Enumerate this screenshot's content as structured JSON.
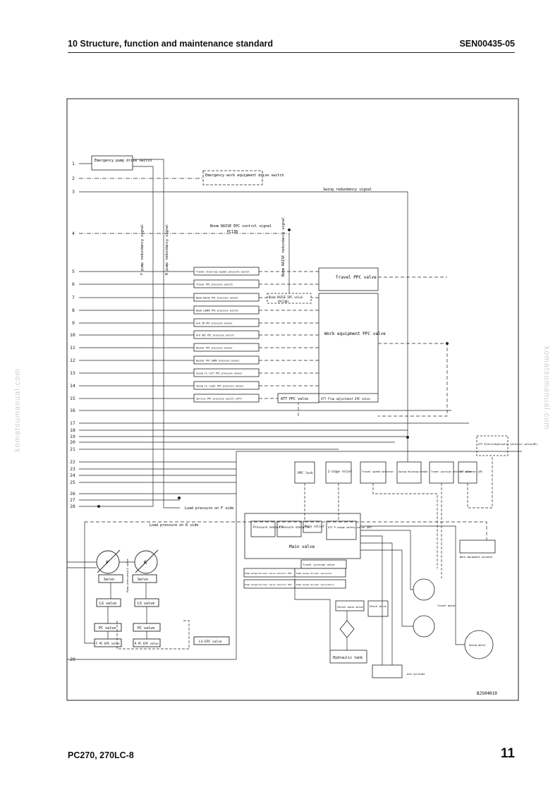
{
  "header": {
    "left": "10 Structure, function and maintenance standard",
    "right": "SEN00435-05"
  },
  "footer": {
    "left": "PC270, 270LC-8",
    "right": "11"
  },
  "watermark": "komatsumanual.com",
  "diagram": {
    "line_numbers": [
      "1",
      "2",
      "3",
      "4",
      "5",
      "6",
      "7",
      "8",
      "9",
      "10",
      "11",
      "12",
      "13",
      "14",
      "15",
      "16",
      "17",
      "18",
      "19",
      "20",
      "21",
      "22",
      "23",
      "24",
      "25",
      "26",
      "27",
      "28",
      "29"
    ],
    "sensor_labels": [
      "Travel steering signal pressure switch",
      "Travel PPC pressure switch",
      "Boom RAISE PPC pressure sensor",
      "Boom LOWER PPC pressure switch",
      "Arm IN PPC pressure sensor",
      "Arm OUT PPC pressure switch",
      "Bucket PPC pressure sensor",
      "Bucket PPC DUMP pressure sensor",
      "Swing to left PPC pressure sensor",
      "Swing to right PPC pressure sensor",
      "Service PPC pressure switch (ATT)"
    ],
    "labels": {
      "emergency_pump_switch": "Emergency pump drive switch",
      "emergency_work_switch": "Emergency work equipment drive switch",
      "swing_redundancy": "Swing redundancy signal",
      "boom_raise_epc_signal": "Boom RAISE EPC control signal",
      "boom_raise_epc_signal_2": "PC138",
      "f_pump_redundancy": "F pump redundancy signal",
      "r_pump_redundancy": "R pump redundancy signal",
      "boom_raise_sub": "Boom RAISE redundancy signal",
      "travel_ppc": "Travel PPC valve",
      "boom_raise_epc": "Boom RAISE EPC valve",
      "boom_raise_epc_2": "(PC138)",
      "work_equipment_ppc": "Work equipment PPC valve",
      "att_ppc": "ATT PPC valve",
      "att_flow_epc": "ATT flow adjustment EPC valve",
      "att_selector_solenoid": "ATT Electrohydraulic selector valve(OP)",
      "ppc_lock": "PPC lock",
      "two_stage_relief": "2-stage relief",
      "travel_speed_selector": "Travel speed selector",
      "swing_holding_brake": "Swing holding brake",
      "travel_junction_selector": "Travel junction selector valve",
      "att_selector": "ATT selector (OP)",
      "load_pressure_f": "Load pressure on F side",
      "load_pressure_r": "Load pressure on R side",
      "pressure_sensor_f": "Pressure sensor F",
      "pressure_sensor_r": "Pressure sensor R",
      "main_relief": "Main relief",
      "att_safety": "ATT P-stage safety valve (OP)",
      "main_valve": "Main valve",
      "work_equipment_actuator": "Work equipment actuator",
      "travel_junction_valve": "Travel junction valve",
      "pump_merge_epc": "Pump merge/divider valve selector EPC",
      "pump_merge_lo": "Pump merge-divider valve(LS)",
      "pump_merge_epc_2": "Pump merge/divider valve selector EPC",
      "pump_merge_main": "Pump merge-divider valve(main)",
      "f_pump": "F",
      "r_pump": "R",
      "servo": "Servo",
      "ls_valve": "LS valve",
      "pc_valve": "PC valve",
      "f_pc_epc": "F PC EPC valve",
      "r_pc_epc": "R PC EPC valve",
      "ls_epc": "LS-EPC valve",
      "pump_vertical": "Pump pressure/LS valve",
      "center_bank": "Center bank valve",
      "check_valve": "Check valve",
      "hydraulic_tank": "Hydraulic tank",
      "travel_motor": "Travel motor",
      "swing_motor": "Swing motor",
      "arm_cylinder": "Arm cylinder",
      "drawing_id": "BJS04010"
    }
  }
}
